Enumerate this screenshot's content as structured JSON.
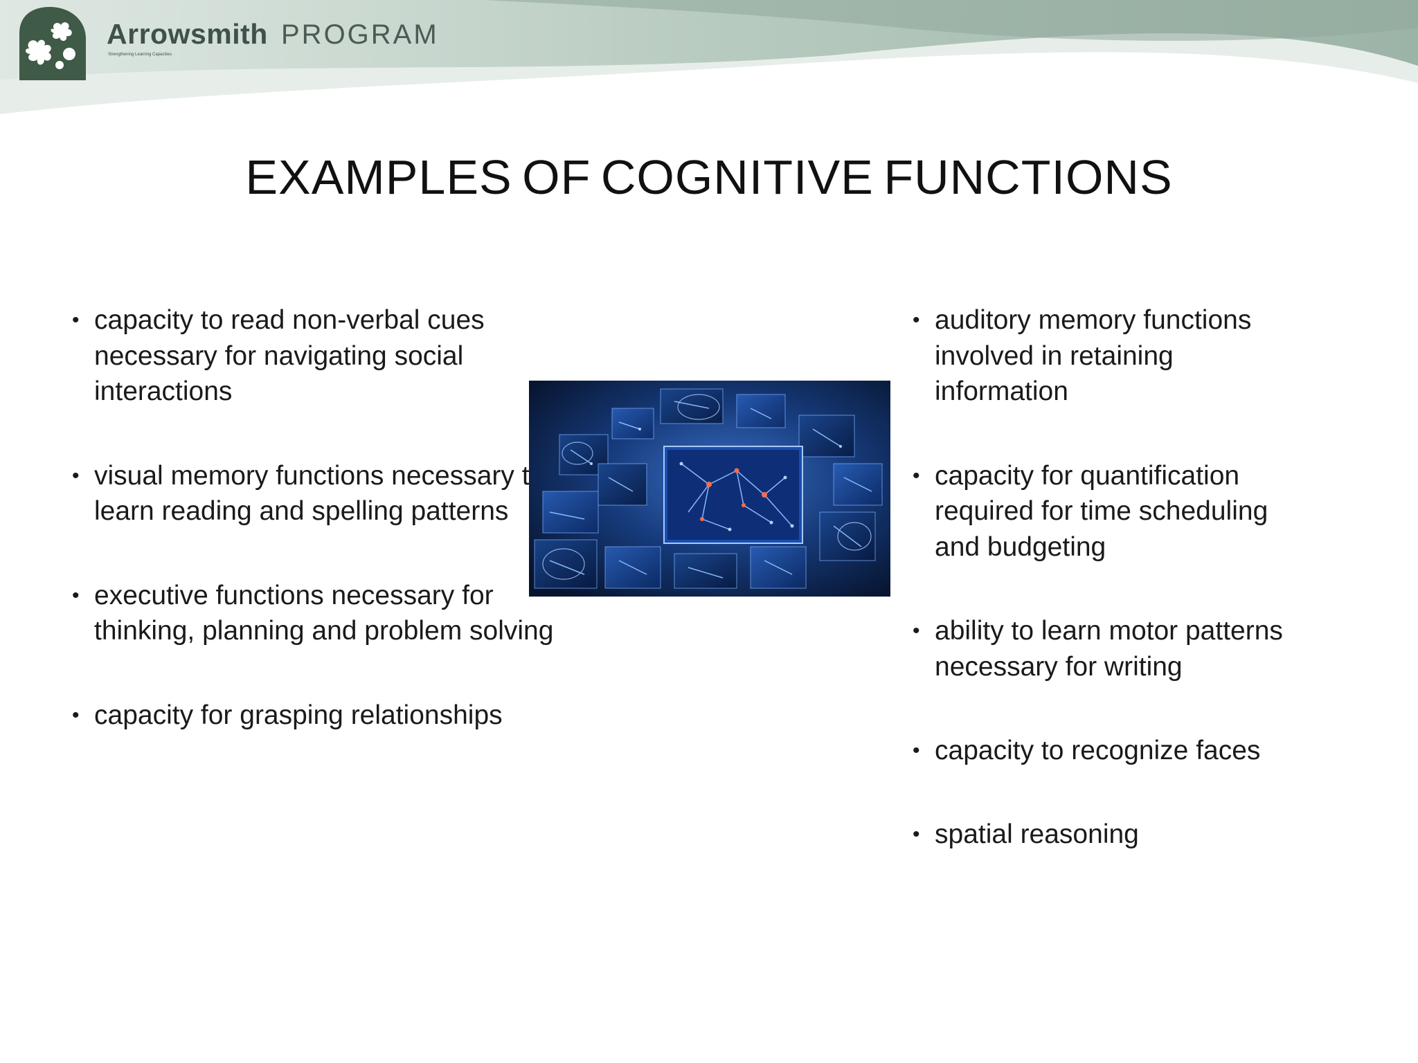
{
  "header": {
    "brand_name": "Arrowsmith",
    "brand_program": "PROGRAM",
    "brand_tagline": "Strengthening Learning Capacities",
    "logo_icon": "arrowsmith-logo",
    "colors": {
      "band_dark": "#9eb5a9",
      "band_light": "#d4e0da",
      "logo_green": "#3f5a46"
    }
  },
  "title": "EXAMPLES OF COGNITIVE FUNCTIONS",
  "left_items": [
    "capacity to read non-verbal cues necessary for navigating social interactions",
    "visual memory functions necessary to learn reading and spelling patterns",
    "executive functions necessary for thinking, planning and problem solving",
    "capacity for grasping relationships"
  ],
  "right_items": [
    "auditory memory functions involved in retaining information",
    "capacity for quantification required for time scheduling and budgeting",
    "ability to learn motor patterns necessary for writing",
    "capacity to recognize faces",
    "spatial reasoning"
  ],
  "image": {
    "icon": "brain-neuron-collage",
    "colors": {
      "deep": "#0a1a3a",
      "mid": "#1e4a9a",
      "glow": "#6fa8ff",
      "spark": "#ff5a3a"
    }
  }
}
